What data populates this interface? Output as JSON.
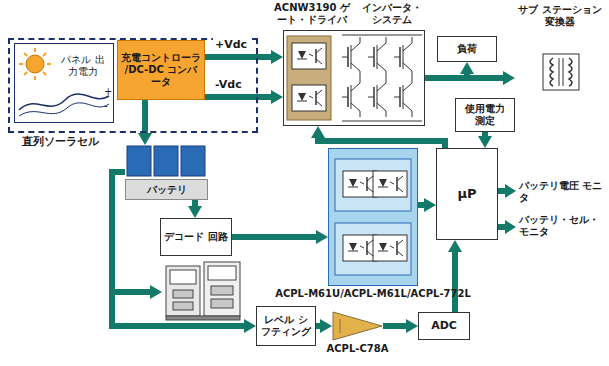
{
  "diagram": {
    "nodes": [
      {
        "text": [
          "直列ソーラセル"
        ]
      },
      {
        "text": [
          "パネル 出力電力"
        ],
        "in": 0
      },
      {
        "text": [
          "充電コントローラ /DC-DC コンバータ"
        ],
        "in": 0
      },
      {
        "text": [
          "ACNW3190 ゲート・ドライバ",
          "インバータ・ システム"
        ]
      },
      {
        "text": [
          "負荷"
        ]
      },
      {
        "text": [
          "サブ ステーション 変換器"
        ]
      },
      {
        "text": [
          "使用電力 測定"
        ]
      },
      {
        "text": [
          "バッテリ"
        ]
      },
      {
        "text": [
          "デコード 回路"
        ]
      },
      {
        "text": [
          "ACPL-M61U/ACPL-M61L/ACPL-772L"
        ]
      },
      {
        "text": [
          "μP"
        ]
      },
      {
        "text": [
          "レベル シフティング"
        ]
      },
      {
        "text": [
          "ACPL-C78A"
        ]
      },
      {
        "text": [
          "ADC"
        ]
      }
    ],
    "edges": [
      {
        "from": 2,
        "to": 3,
        "arrow": "to",
        "label": "+Vdc"
      },
      {
        "from": 2,
        "to": 3,
        "arrow": "to",
        "label": "-Vdc"
      },
      {
        "from": 2,
        "to": 7,
        "arrow": "to"
      },
      {
        "from": 7,
        "to": 8,
        "arrow": "to"
      },
      {
        "from": 8,
        "to": 9,
        "arrow": "to"
      },
      {
        "from": 9,
        "to": 10,
        "arrow": "to"
      },
      {
        "from": 7,
        "to": 11,
        "arrow": "to"
      },
      {
        "from": 11,
        "to": 12,
        "arrow": "to"
      },
      {
        "from": 12,
        "to": 13,
        "arrow": "to"
      },
      {
        "from": 13,
        "to": 10,
        "arrow": "to"
      },
      {
        "from": 6,
        "to": 10,
        "arrow": "to"
      },
      {
        "from": 10,
        "to": 3,
        "arrow": "to"
      },
      {
        "from": 3,
        "to": 4,
        "arrow": "to"
      },
      {
        "from": 3,
        "to": 5,
        "arrow": "to"
      }
    ],
    "labels": [
      "+",
      "-",
      "バッテリ電圧 モニタ",
      "バッテリ・セル・ モニタ"
    ]
  }
}
